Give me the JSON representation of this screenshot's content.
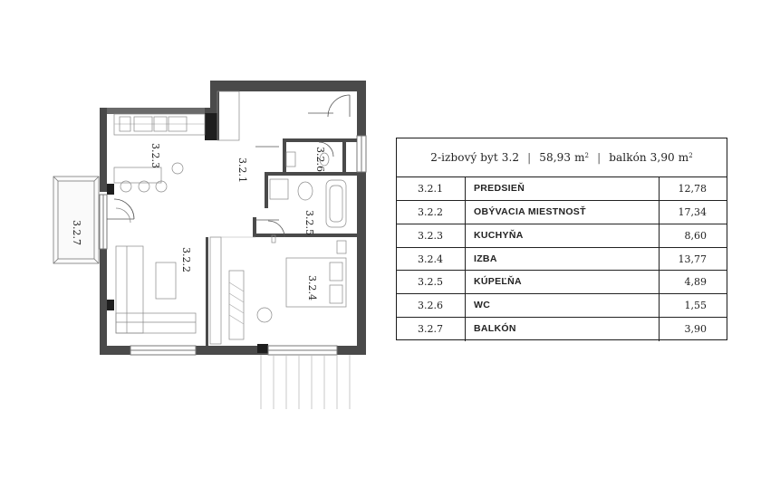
{
  "apartment": {
    "type": "2-izbový byt 3.2",
    "area": "58,93 m",
    "area_unit_sup": "2",
    "balcony": "balkón 3,90 m",
    "balcony_unit_sup": "2",
    "separator": "|"
  },
  "rooms": [
    {
      "code": "3.2.1",
      "name": "PREDSIEŇ",
      "area": "12,78"
    },
    {
      "code": "3.2.2",
      "name": "OBÝVACIA MIESTNOSŤ",
      "area": "17,34"
    },
    {
      "code": "3.2.3",
      "name": "KUCHYŇA",
      "area": "8,60"
    },
    {
      "code": "3.2.4",
      "name": "IZBA",
      "area": "13,77"
    },
    {
      "code": "3.2.5",
      "name": "KÚPEĽŇA",
      "area": "4,89"
    },
    {
      "code": "3.2.6",
      "name": "WC",
      "area": "1,55"
    },
    {
      "code": "3.2.7",
      "name": "BALKÓN",
      "area": "3,90"
    }
  ],
  "plan_labels": {
    "r321": "3.2.1",
    "r322": "3.2.2",
    "r323": "3.2.3",
    "r324": "3.2.4",
    "r325": "3.2.5",
    "r326": "3.2.6",
    "r327": "3.2.7"
  },
  "colors": {
    "wall": "#4a4a4a",
    "wall_dark": "#1e1e1e",
    "line": "#8a8a8a",
    "table_border": "#1b1b1b"
  }
}
